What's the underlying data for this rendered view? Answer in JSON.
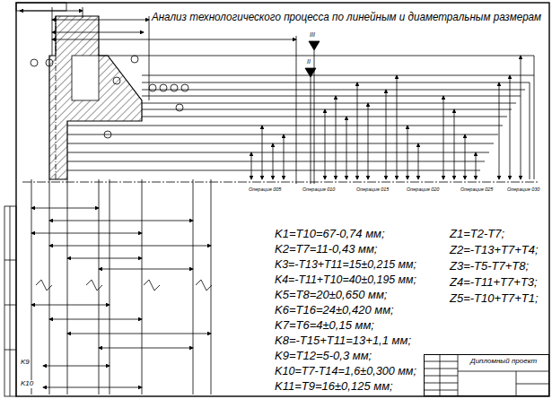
{
  "diagram": {
    "title": "Анализ технологического процесса по линейным и диаметральным размерам",
    "nodes": [
      {
        "text": [
          "Дипломный проект"
        ]
      }
    ],
    "labels": [
      "K1=T10=67-0,74 мм;",
      "K2=T7=11-0,43 мм;",
      "K3=-T13+T11=15±0,215 мм;",
      "K4=-T11+T10=40±0,195 мм;",
      "K5=T8=20±0,650 мм;",
      "K6=T16=24±0,420 мм;",
      "K7=T6=4±0,15 мм;",
      "K8=-T15+T11=13+1,1 мм;",
      "K9=T12=5-0,3 мм;",
      "K10=T7-T14=1,6±0,300 мм;",
      "K11=T9=16±0,125 мм;",
      "Z1=T2-T7;",
      "Z2=-T13+T7+T4;",
      "Z3=-T5-T7+T8;",
      "Z4=-T11+T7+T3;",
      "Z5=-T10+T7+T1;",
      "III",
      "II",
      "Операция 005",
      "Операция 010",
      "Операция 015",
      "Операция 020",
      "Операция 025",
      "Операция 030",
      "K9",
      "K10"
    ]
  }
}
